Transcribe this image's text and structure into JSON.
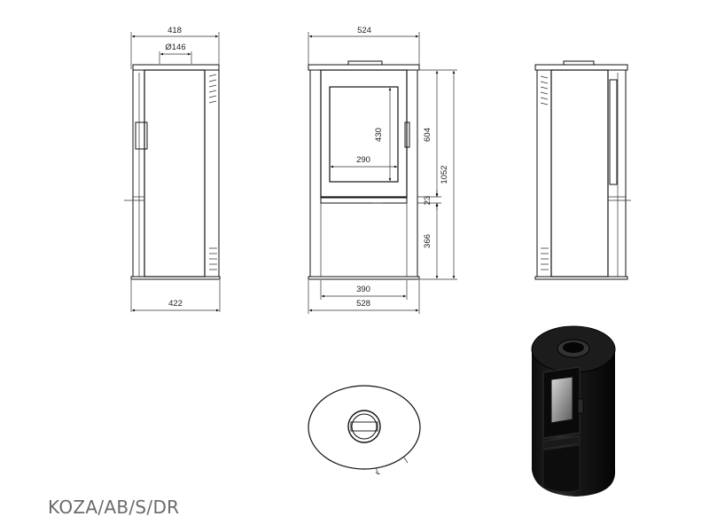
{
  "model_label": "KOZA/AB/S/DR",
  "dimensions": {
    "side_top_width": "418",
    "flue_diameter": "Ø146",
    "side_base_width": "422",
    "front_top_width": "524",
    "glass_height": "430",
    "glass_width": "290",
    "door_height": "604",
    "total_height": "1052",
    "gap_height": "23",
    "lower_height": "366",
    "lower_width": "390",
    "base_width": "528"
  }
}
